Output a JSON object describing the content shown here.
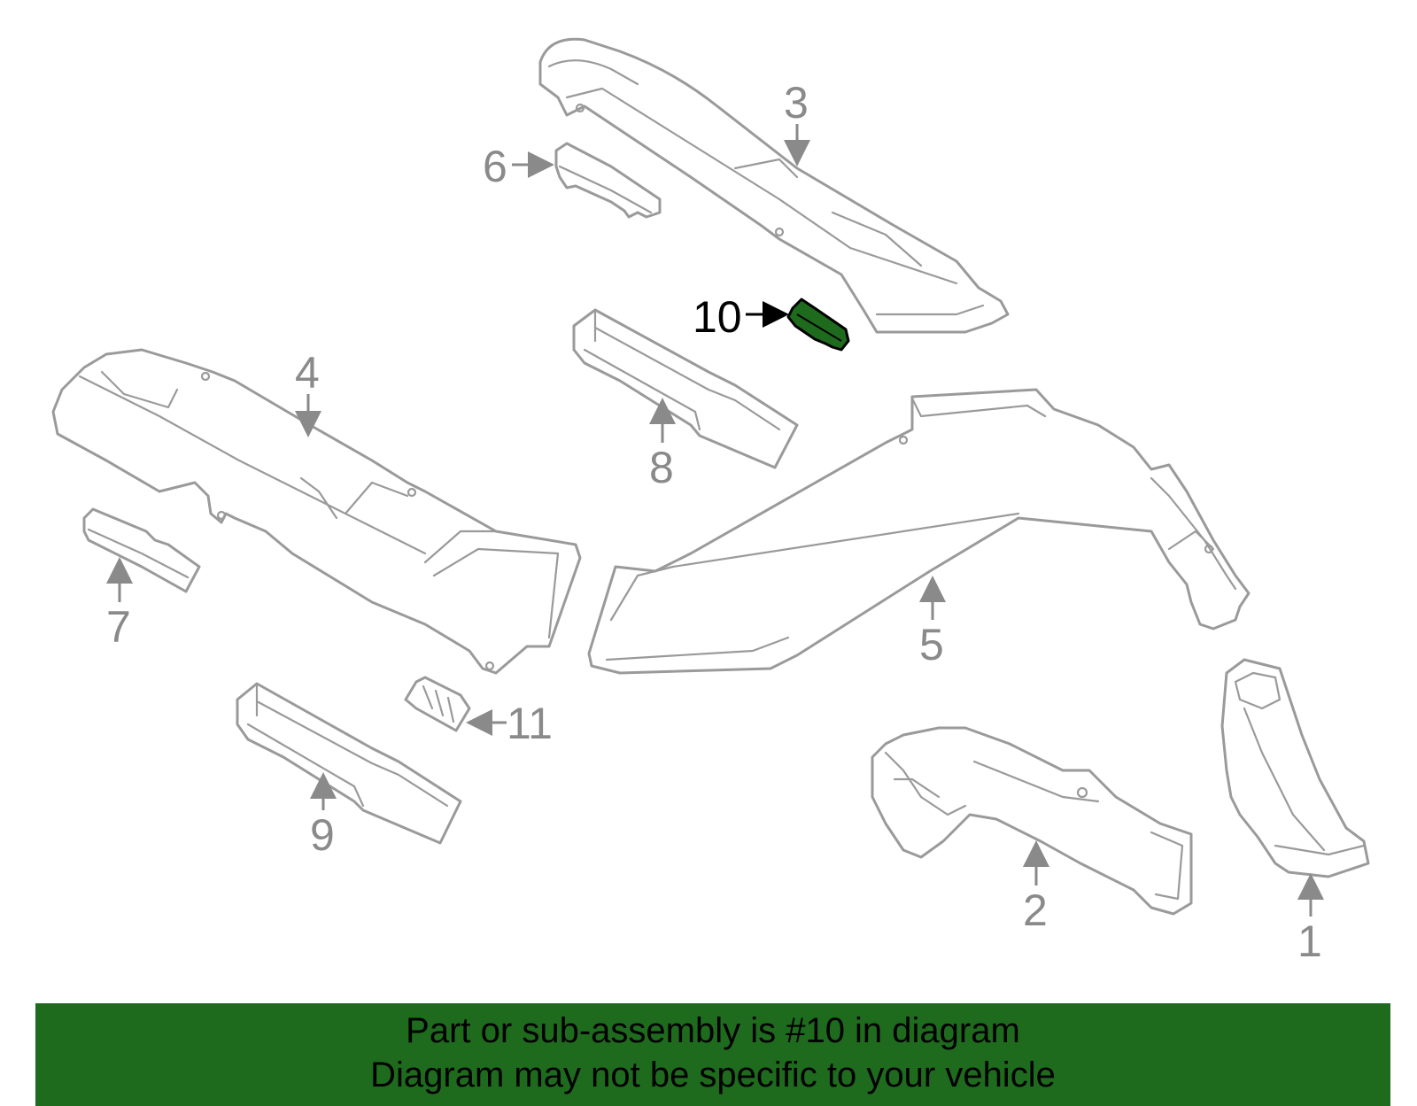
{
  "diagram": {
    "callouts": [
      "1",
      "2",
      "3",
      "4",
      "5",
      "6",
      "7",
      "8",
      "9",
      "10",
      "11"
    ],
    "highlighted_part": "10"
  },
  "banner": {
    "line1": "Part or sub-assembly is #10 in diagram",
    "line2": "Diagram may not be specific to your vehicle"
  },
  "colors": {
    "highlight": "#1e6b1e",
    "outline": "#9a9a9a",
    "banner": "#1e6b1e"
  }
}
